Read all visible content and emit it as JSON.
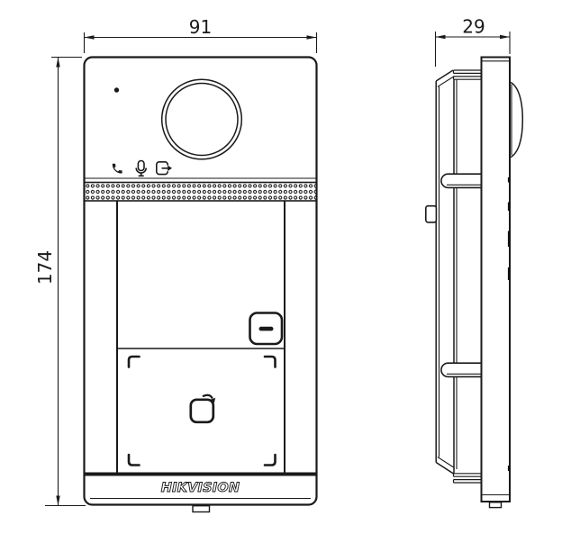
{
  "dimensions": {
    "front_width": "91",
    "front_height": "174",
    "side_depth": "29"
  },
  "branding": {
    "logo_text": "HIKVISION"
  },
  "icons": {
    "phone_icon": "handset-glyph",
    "microphone_icon": "mic-glyph",
    "door_exit_icon": "door-with-arrow-glyph",
    "call_button_icon": "dash-slot",
    "card_tap_icon": "rounded-square-with-arrow",
    "camera_lens": "double-circle",
    "mic_hole": "dot",
    "speaker_grille": "perforated-ring-grid"
  },
  "colors": {
    "line": "#1a1a1a",
    "background": "#ffffff"
  }
}
